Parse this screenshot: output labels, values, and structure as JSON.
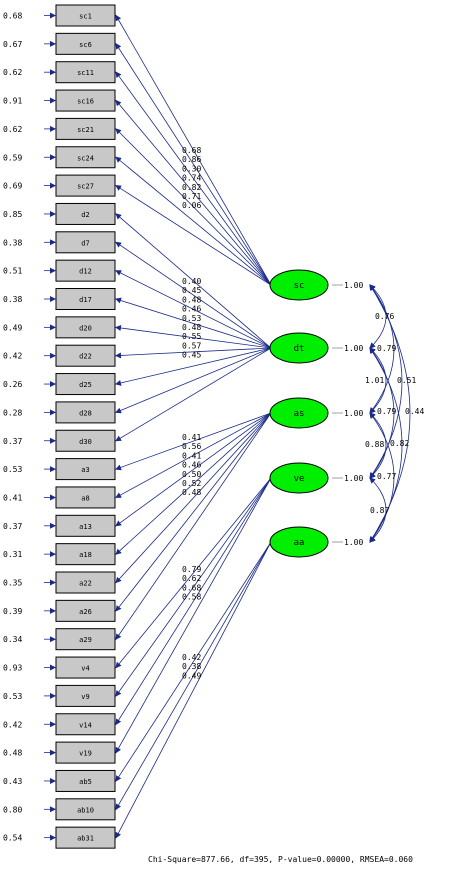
{
  "observed": [
    {
      "name": "sc1",
      "error": "0.68"
    },
    {
      "name": "sc6",
      "error": "0.67"
    },
    {
      "name": "sc11",
      "error": "0.62"
    },
    {
      "name": "sc16",
      "error": "0.91"
    },
    {
      "name": "sc21",
      "error": "0.62"
    },
    {
      "name": "sc24",
      "error": "0.59"
    },
    {
      "name": "sc27",
      "error": "0.69"
    },
    {
      "name": "d2",
      "error": "0.85"
    },
    {
      "name": "d7",
      "error": "0.38"
    },
    {
      "name": "d12",
      "error": "0.51"
    },
    {
      "name": "d17",
      "error": "0.38"
    },
    {
      "name": "d20",
      "error": "0.49"
    },
    {
      "name": "d22",
      "error": "0.42"
    },
    {
      "name": "d25",
      "error": "0.26"
    },
    {
      "name": "d28",
      "error": "0.28"
    },
    {
      "name": "d30",
      "error": "0.37"
    },
    {
      "name": "a3",
      "error": "0.53"
    },
    {
      "name": "a8",
      "error": "0.41"
    },
    {
      "name": "a13",
      "error": "0.37"
    },
    {
      "name": "a18",
      "error": "0.31"
    },
    {
      "name": "a22",
      "error": "0.35"
    },
    {
      "name": "a26",
      "error": "0.39"
    },
    {
      "name": "a29",
      "error": "0.34"
    },
    {
      "name": "v4",
      "error": "0.93"
    },
    {
      "name": "v9",
      "error": "0.53"
    },
    {
      "name": "v14",
      "error": "0.42"
    },
    {
      "name": "v19",
      "error": "0.48"
    },
    {
      "name": "ab5",
      "error": "0.43"
    },
    {
      "name": "ab10",
      "error": "0.80"
    },
    {
      "name": "ab31",
      "error": "0.54"
    }
  ],
  "latents": [
    {
      "name": "sc",
      "variance": "1.00",
      "loadings": [
        "0.68",
        "0.86",
        "0.30",
        "0.74",
        "0.82",
        "0.71",
        "0.06"
      ],
      "indicators": [
        0,
        1,
        2,
        3,
        4,
        5,
        6
      ]
    },
    {
      "name": "dt",
      "variance": "1.00",
      "loadings": [
        "0.40",
        "0.45",
        "0.48",
        "0.46",
        "0.53",
        "0.48",
        "0.55",
        "0.57",
        "0.45"
      ],
      "indicators": [
        7,
        8,
        9,
        10,
        11,
        12,
        13,
        14,
        15
      ]
    },
    {
      "name": "as",
      "variance": "1.00",
      "loadings": [
        "0.41",
        "0.56",
        "0.41",
        "0.46",
        "0.50",
        "0.52",
        "0.48"
      ],
      "indicators": [
        16,
        17,
        18,
        19,
        20,
        21,
        22
      ]
    },
    {
      "name": "ve",
      "variance": "1.00",
      "loadings": [
        "0.79",
        "0.62",
        "0.68",
        "0.58"
      ],
      "indicators": [
        23,
        24,
        25,
        26
      ]
    },
    {
      "name": "aa",
      "variance": "1.00",
      "loadings": [
        "0.42",
        "0.38",
        "0.49"
      ],
      "indicators": [
        27,
        28,
        29
      ]
    }
  ],
  "correlations": [
    {
      "between": [
        "sc",
        "dt"
      ],
      "value": "0.76"
    },
    {
      "between": [
        "sc",
        "as"
      ],
      "value": "0.79"
    },
    {
      "between": [
        "sc",
        "ve"
      ],
      "value": "0.51"
    },
    {
      "between": [
        "sc",
        "aa"
      ],
      "value": "0.44"
    },
    {
      "between": [
        "dt",
        "as"
      ],
      "value": "1.01"
    },
    {
      "between": [
        "dt",
        "ve"
      ],
      "value": "0.79"
    },
    {
      "between": [
        "dt",
        "aa"
      ],
      "value": "0.82"
    },
    {
      "between": [
        "as",
        "ve"
      ],
      "value": "0.88"
    },
    {
      "between": [
        "as",
        "aa"
      ],
      "value": "0.77"
    },
    {
      "between": [
        "ve",
        "aa"
      ],
      "value": "0.87"
    }
  ],
  "footer": "Chi-Square=877.66, df=395, P-value=0.00000, RMSEA=0.060",
  "colors": {
    "latent_fill": "#00ee00",
    "box_fill": "#c8c8c8",
    "path": "#1a2a8a"
  }
}
